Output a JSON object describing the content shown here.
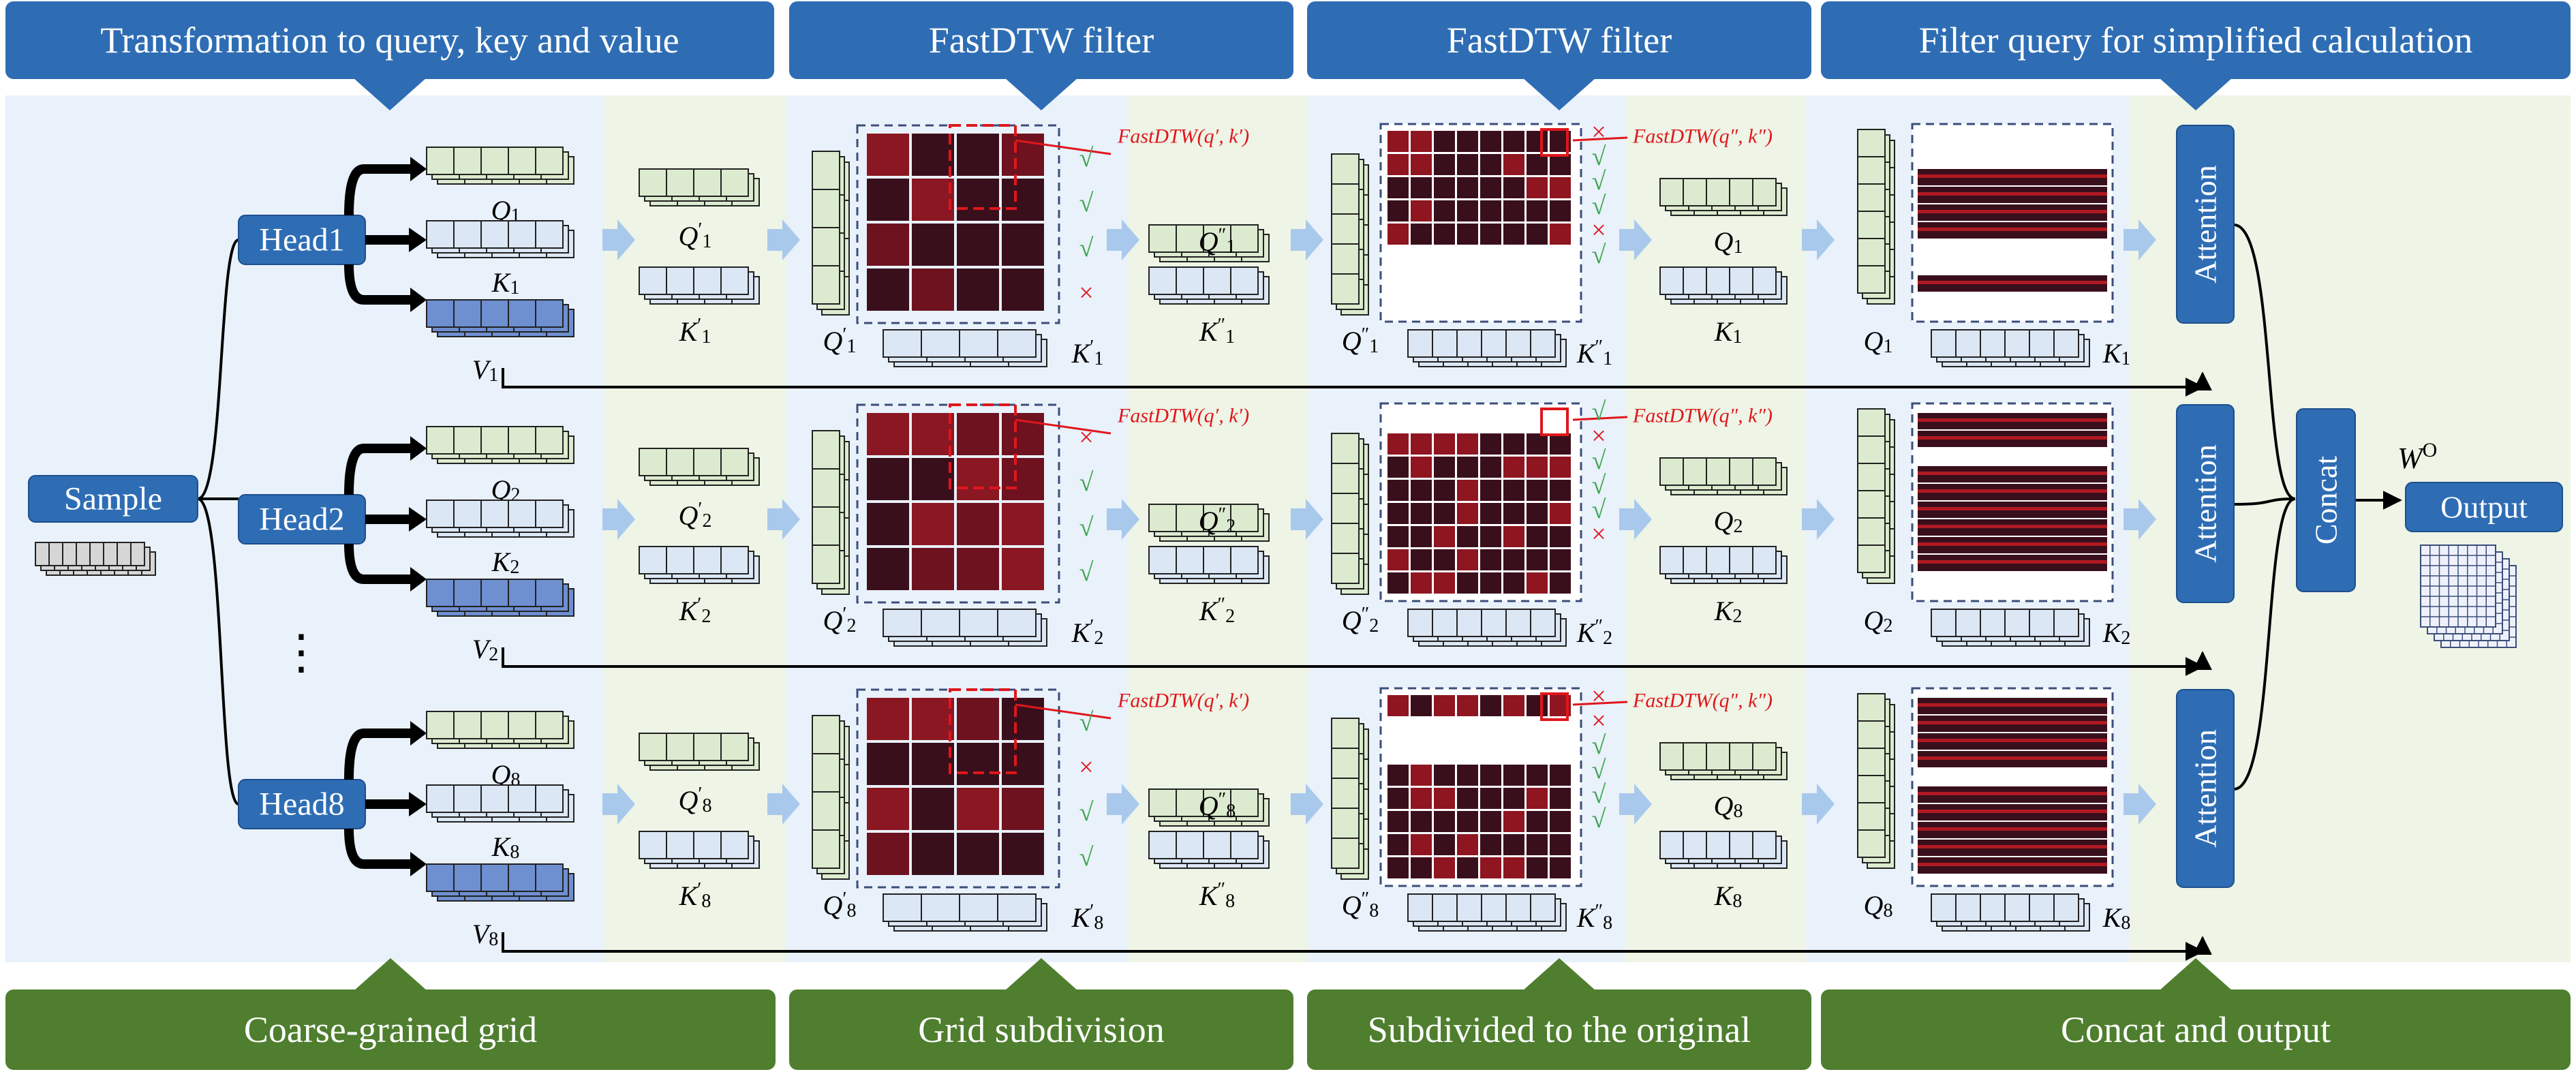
{
  "top_banners": [
    "Transformation to query, key and value",
    "FastDTW filter",
    "FastDTW filter",
    "Filter query for simplified calculation"
  ],
  "bottom_banners": [
    "Coarse-grained grid",
    "Grid subdivision",
    "Subdivided to the original",
    "Concat and output"
  ],
  "sample_label": "Sample",
  "heads": [
    {
      "label": "Head1",
      "sub": "1"
    },
    {
      "label": "Head2",
      "sub": "2"
    },
    {
      "label": "Head8",
      "sub": "8"
    }
  ],
  "ellipsis": "⋮",
  "fastdtw_labels": {
    "coarse": "FastDTW(q′, k′)",
    "fine": "FastDTW(q″, k″)"
  },
  "attention_label": "Attention",
  "concat_label": "Concat",
  "output_label": "Output",
  "wo_label": "W",
  "wo_superscript": "O",
  "symbols": {
    "check": "√",
    "cross": "×"
  },
  "marks": {
    "coarse": [
      [
        "check",
        "check",
        "check",
        "cross"
      ],
      [
        "cross",
        "check",
        "check",
        "check"
      ],
      [
        "check",
        "cross",
        "check",
        "check"
      ]
    ],
    "fine": [
      [
        "cross",
        "check",
        "check",
        "check",
        "cross",
        "check"
      ],
      [
        "check",
        "cross",
        "check",
        "check",
        "check",
        "cross"
      ],
      [
        "cross",
        "cross",
        "check",
        "check",
        "check",
        "check"
      ]
    ]
  },
  "filtered_rows": [
    [
      0,
      0,
      1,
      1,
      1,
      1,
      0,
      0,
      1,
      0
    ],
    [
      1,
      1,
      0,
      1,
      1,
      1,
      1,
      1,
      1,
      0
    ],
    [
      1,
      1,
      1,
      1,
      0,
      1,
      1,
      1,
      1,
      1
    ]
  ],
  "colors": {
    "banner_blue": "#2E6DB4",
    "banner_green": "#4E7E2E",
    "panel_blue": "#E9F1FB",
    "panel_green": "#EEF4E6",
    "query_green": "#DCEBCF",
    "key_blue": "#DCE7F5",
    "value_blue": "#6E8FD0",
    "matrix_dark": "#3A0F1C",
    "matrix_red": "#B01A22",
    "mark_red": "#E0161C",
    "check_green": "#3AA64A",
    "arrow_light": "#A9C9EC"
  }
}
